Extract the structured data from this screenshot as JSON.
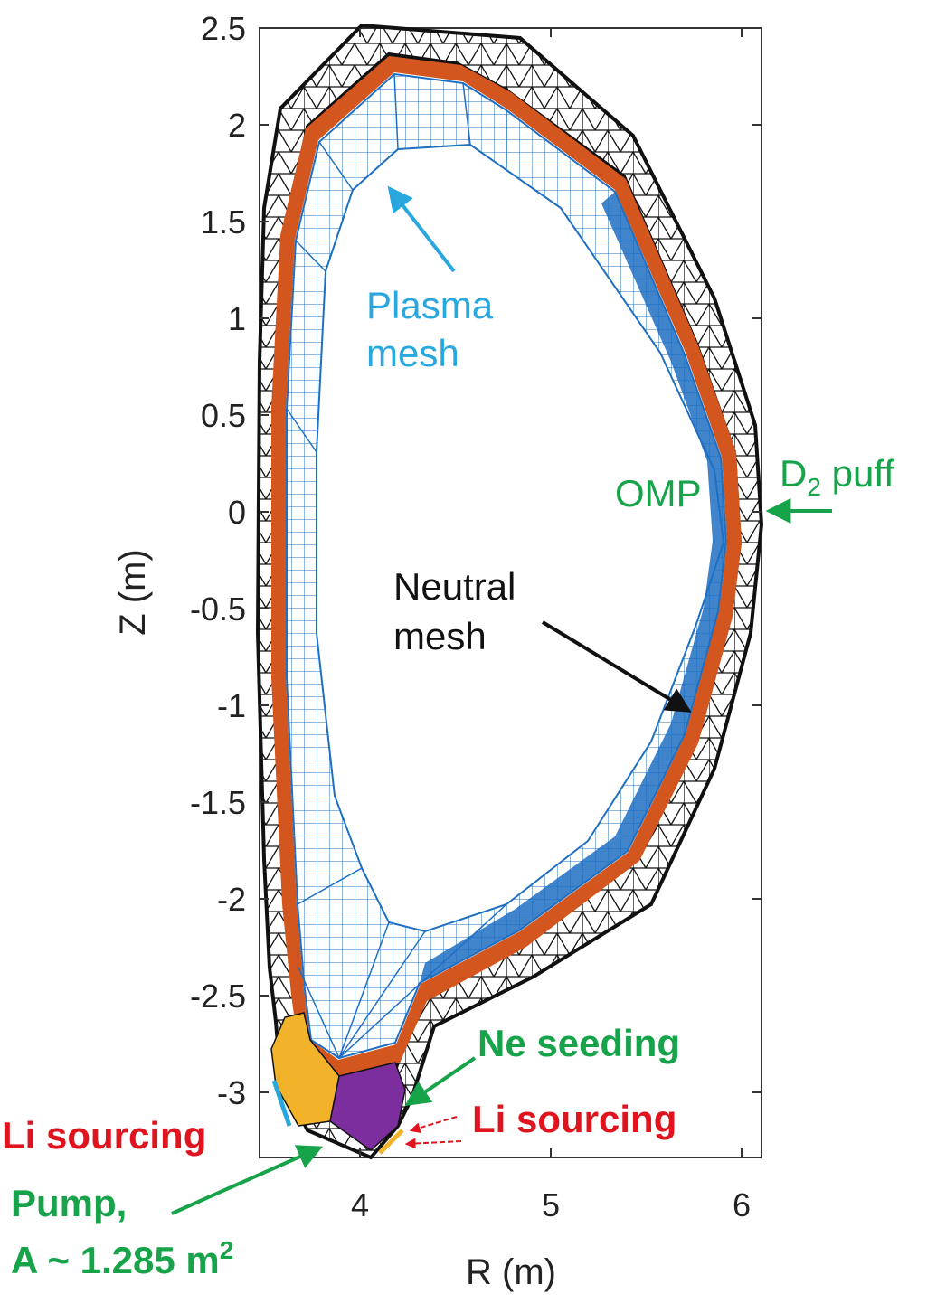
{
  "axes": {
    "xlabel": "R (m)",
    "ylabel": "Z (m)",
    "xlim": [
      3.5,
      6.1
    ],
    "ylim": [
      -3.35,
      2.5
    ],
    "xticks": [
      "4",
      "5",
      "6"
    ],
    "yticks": [
      "2.5",
      "2",
      "1.5",
      "1",
      "0.5",
      "0",
      "-0.5",
      "-1",
      "-1.5",
      "-2",
      "-2.5",
      "-3"
    ]
  },
  "labels": {
    "plasma_mesh_line1": "Plasma",
    "plasma_mesh_line2": "mesh",
    "neutral_mesh_line1": "Neutral",
    "neutral_mesh_line2": "mesh",
    "omp": "OMP",
    "d2_puff_main": "D",
    "d2_puff_sub": "2",
    "d2_puff_tail": " puff",
    "ne_seeding": "Ne seeding",
    "li_sourcing_left": "Li sourcing",
    "li_sourcing_right": "Li sourcing",
    "pump_line1": "Pump,",
    "pump_line2_main": "A ~ 1.285 m",
    "pump_line2_sup": "2"
  },
  "colors": {
    "neutral_mesh": "#111111",
    "wall_layer": "#d4561f",
    "plasma_mesh": "#1f6fc2",
    "plasma_label": "#29a8e0",
    "green_label": "#17a34a",
    "red_label": "#e0141e",
    "divertor_left": "#f2b32a",
    "divertor_right": "#7d2e9e"
  }
}
